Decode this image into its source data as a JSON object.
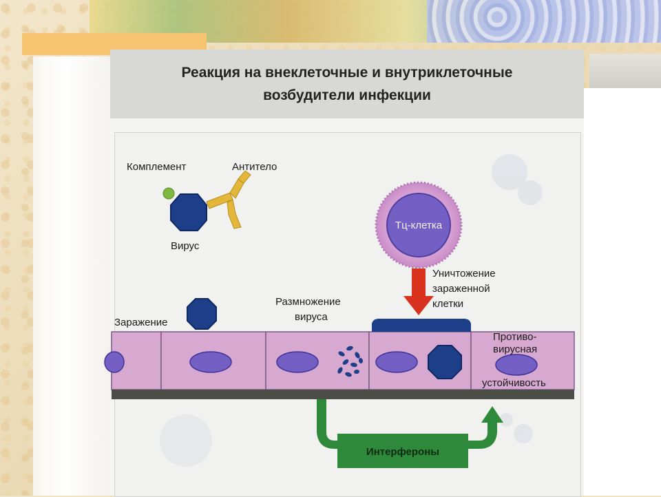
{
  "title": {
    "line1": "Реакция на внеклеточные и внутриклеточные",
    "line2": "возбудители инфекции"
  },
  "labels": {
    "complement": "Комплемент",
    "antibody": "Антитело",
    "virus": "Вирус",
    "tc_cell": "Тц-клетка",
    "destruction_1": "Уничтожение",
    "destruction_2": "зараженной",
    "destruction_3": "клетки",
    "infection": "Заражение",
    "replication_1": "Размножение",
    "replication_2": "вируса",
    "antiviral_1": "Противо-",
    "antiviral_2": "вирусная",
    "antiviral_3": "устойчивость",
    "interferons": "Интерфероны"
  },
  "colors": {
    "virus": "#1d3f8a",
    "antibody": "#e2b73a",
    "complement": "#7fb83f",
    "cell_fill": "#d7a9d0",
    "nucleus": "#7460c4",
    "tc_cell_ring": "#dca6d8",
    "arrow_red": "#d8321e",
    "interferon_green": "#2e8a3a",
    "membrane": "#4b4e46"
  }
}
